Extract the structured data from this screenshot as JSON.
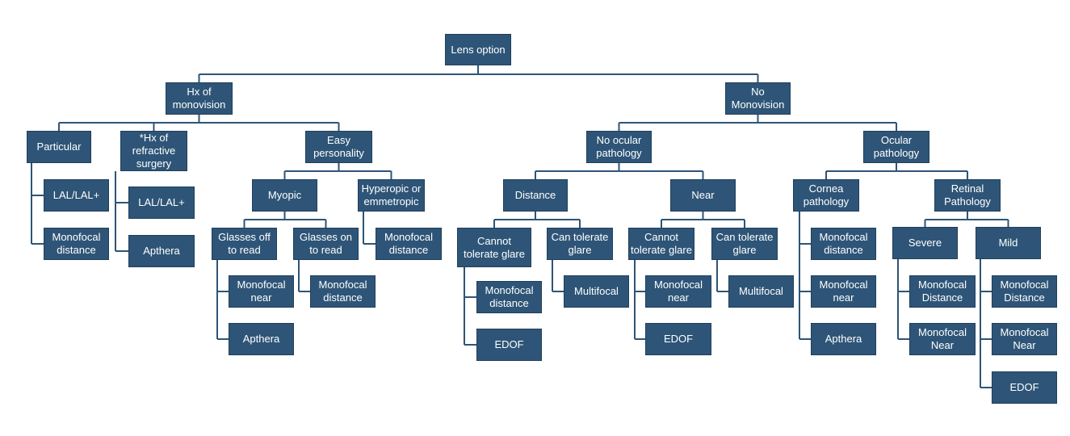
{
  "diagram": {
    "colors": {
      "box": "#2e5577",
      "line": "#2e5577",
      "text": "#ffffff"
    },
    "nodes": {
      "lens_option": "Lens option",
      "hx_monovision": "Hx of\nmonovision",
      "no_monovision": "No\nMonovision",
      "particular": "Particular",
      "hx_refractive": "*Hx of\nrefractive\nsurgery",
      "easy_personality": "Easy\npersonality",
      "lal_1": "LAL/LAL+",
      "mono_distance_1": "Monofocal\ndistance",
      "lal_2": "LAL/LAL+",
      "apthera_1": "Apthera",
      "myopic": "Myopic",
      "hyperopic": "Hyperopic or\nemmetropic",
      "glasses_off": "Glasses off\nto read",
      "glasses_on": "Glasses on\nto read",
      "mono_distance_2": "Monofocal\ndistance",
      "mono_near_1": "Monofocal\nnear",
      "apthera_2": "Apthera",
      "mono_distance_3": "Monofocal\ndistance",
      "no_ocular_pathology": "No ocular\npathology",
      "ocular_pathology": "Ocular\npathology",
      "distance": "Distance",
      "near": "Near",
      "cannot_glare_1": "Cannot\ntolerate glare",
      "can_glare_1": "Can tolerate\nglare",
      "mono_distance_4": "Monofocal\ndistance",
      "edof_1": "EDOF",
      "multifocal_1": "Multifocal",
      "cannot_glare_2": "Cannot\ntolerate glare",
      "can_glare_2": "Can tolerate\nglare",
      "mono_near_2": "Monofocal\nnear",
      "edof_2": "EDOF",
      "multifocal_2": "Multifocal",
      "cornea_pathology": "Cornea\npathology",
      "retinal_pathology": "Retinal\nPathology",
      "mono_distance_5": "Monofocal\ndistance",
      "mono_near_3": "Monofocal\nnear",
      "apthera_3": "Apthera",
      "severe": "Severe",
      "mild": "Mild",
      "mono_distance_6": "Monofocal\nDistance",
      "mono_near_4": "Monofocal\nNear",
      "mono_distance_7": "Monofocal\nDistance",
      "mono_near_5": "Monofocal\nNear",
      "edof_3": "EDOF"
    }
  }
}
